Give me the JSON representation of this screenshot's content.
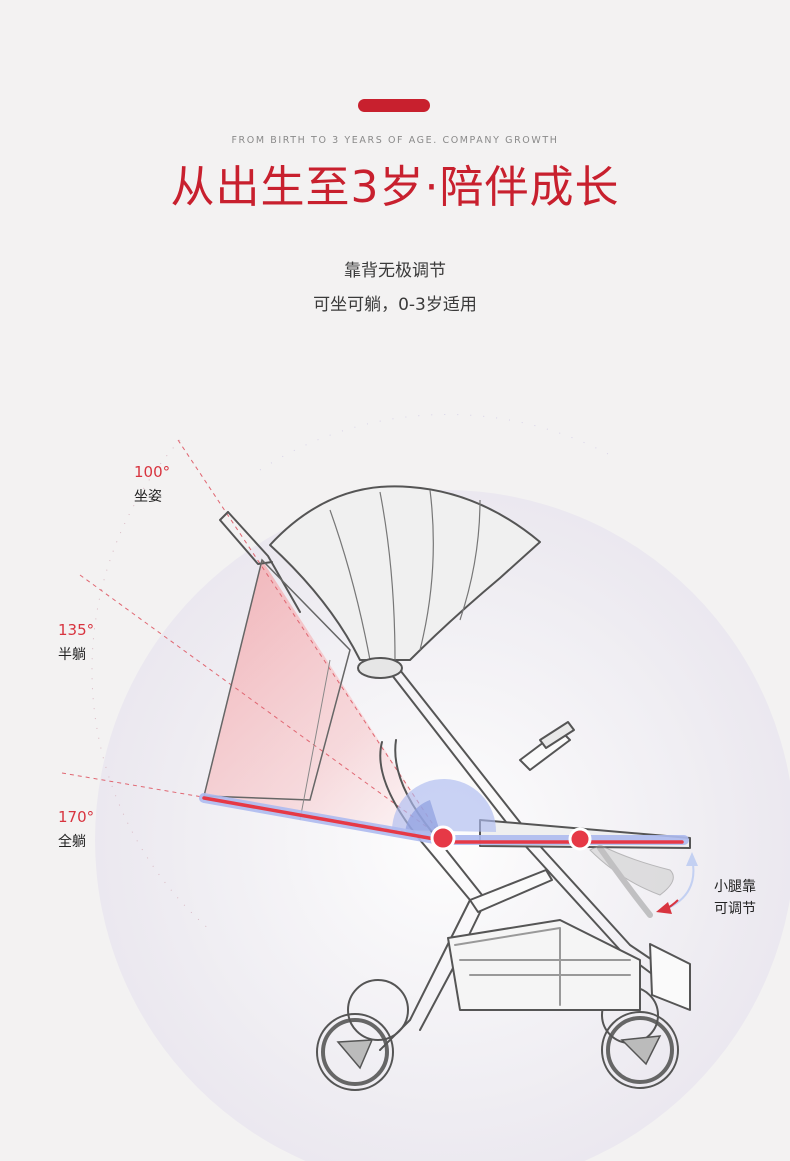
{
  "header": {
    "subtitle_en": "FROM BIRTH TO 3 YEARS OF AGE. COMPANY GROWTH",
    "title_cn": "从出生至3岁·陪伴成长"
  },
  "intro": {
    "line1": "靠背无极调节",
    "line2": "可坐可躺，0-3岁适用"
  },
  "recline_positions": [
    {
      "degree": "100°",
      "name": "坐姿"
    },
    {
      "degree": "135°",
      "name": "半躺"
    },
    {
      "degree": "170°",
      "name": "全躺"
    }
  ],
  "legrest": {
    "line1": "小腿靠",
    "line2": "可调节"
  },
  "colors": {
    "accent": "#c8202e",
    "indicator": "#e63946",
    "leg_arrow": "#d8343f",
    "highlight_blue": "#aebbf0"
  }
}
